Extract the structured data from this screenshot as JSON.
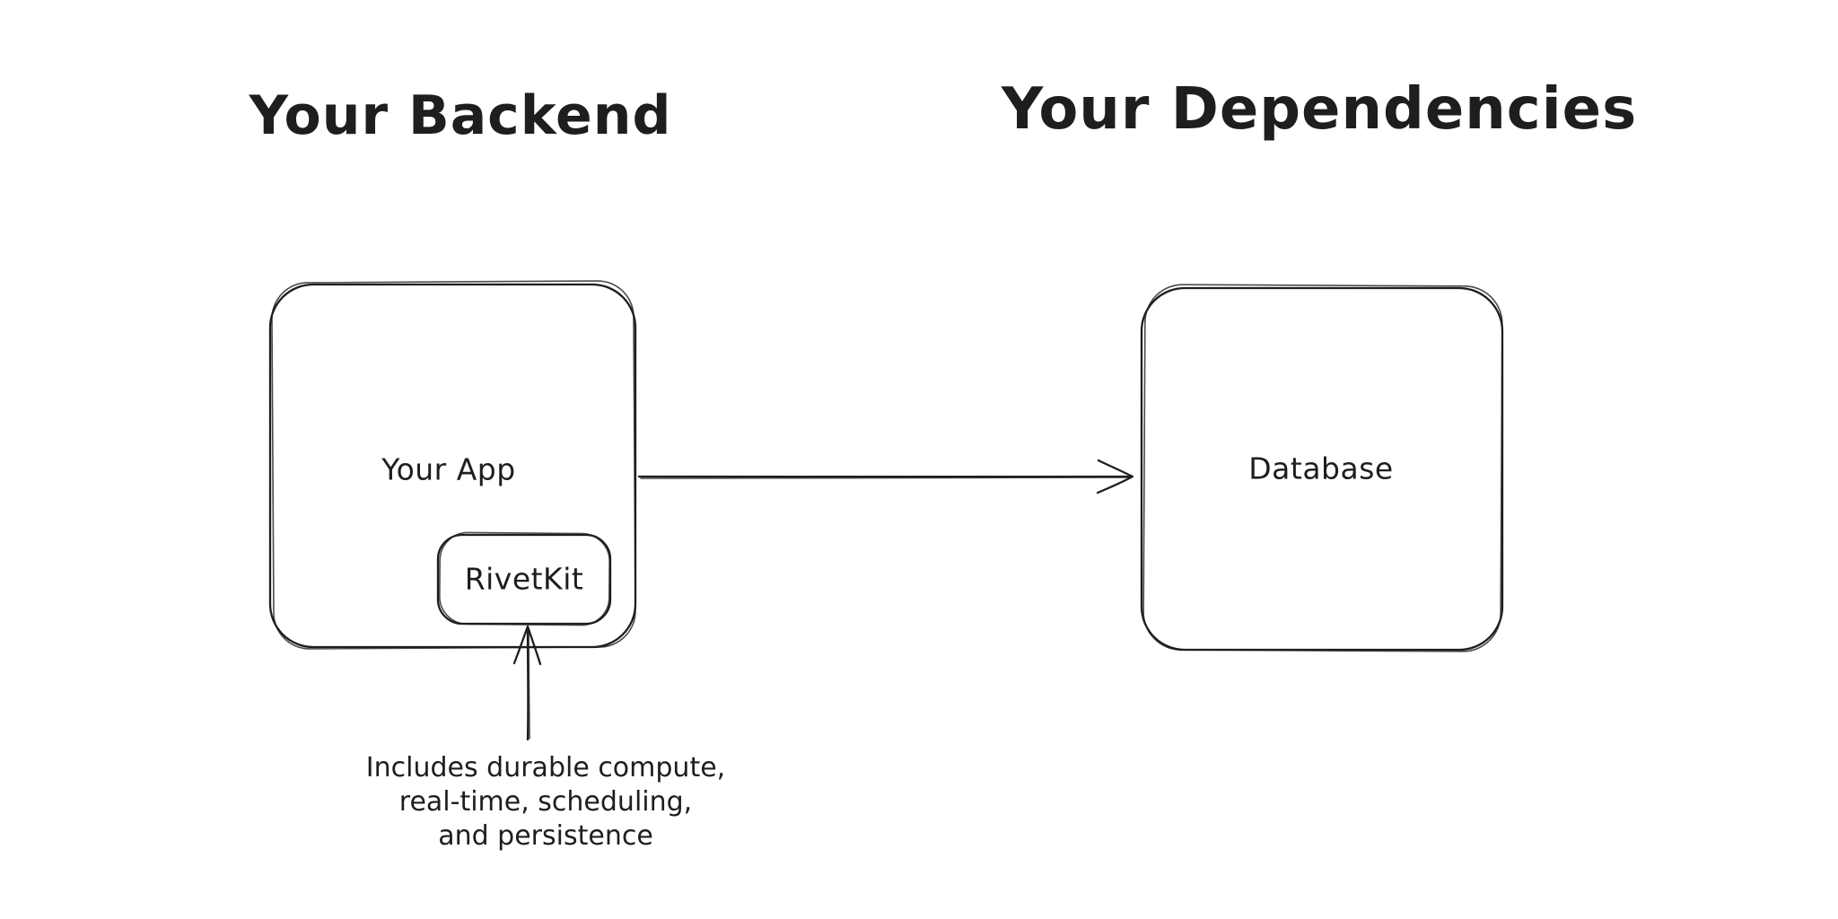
{
  "diagram": {
    "background_color": "#ffffff",
    "stroke_color": "#1e1e1e",
    "text_color": "#1e1e1e",
    "sections": {
      "backend": {
        "title": "Your Backend"
      },
      "dependencies": {
        "title": "Your Dependencies"
      }
    },
    "nodes": {
      "your_app": {
        "label": "Your App"
      },
      "rivetkit": {
        "label": "RivetKit"
      },
      "database": {
        "label": "Database"
      }
    },
    "annotation": {
      "lines": [
        "Includes durable compute,",
        "real-time, scheduling,",
        "and persistence"
      ]
    }
  }
}
